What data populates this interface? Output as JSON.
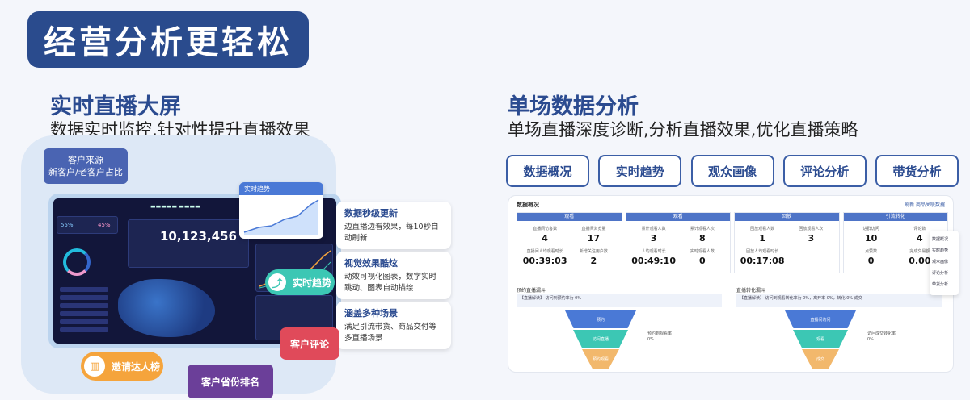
{
  "banner": "经营分析更轻松",
  "left": {
    "title": "实时直播大屏",
    "subtitle": "数据实时监控,针对性提升直播效果",
    "tag": "客户来源\n新客户/老客户占比",
    "tag_l1": "客户来源",
    "tag_l2": "新客户/老客户占比",
    "screen_big": "10,123,456",
    "screen_pct_1": "55%",
    "screen_pct_2": "45%",
    "trend_card_title": "实时趋势",
    "info": [
      {
        "title": "数据秒级更新",
        "desc": "边直播边看效果，每10秒自动刷新"
      },
      {
        "title": "视觉效果酷炫",
        "desc": "动效可视化图表，数字实时跳动、图表自动描绘"
      },
      {
        "title": "涵盖多种场景",
        "desc": "满足引流带货、商品交付等多直播场景"
      }
    ],
    "pill_trend": "实时趋势",
    "pill_comment": "客户评论",
    "pill_invite": "邀请达人榜",
    "pill_province": "客户省份排名"
  },
  "right": {
    "title": "单场数据分析",
    "subtitle": "单场直播深度诊断,分析直播效果,优化直播策略",
    "tabs": [
      "数据概况",
      "实时趋势",
      "观众画像",
      "评论分析",
      "带货分析"
    ],
    "panel_head": "数据概况",
    "panel_actions": "刷新    商品关联数据",
    "kpi_cols": [
      {
        "head": "观看",
        "items": [
          {
            "l": "直播间访客数",
            "v": "4"
          },
          {
            "l": "直播间浏览量",
            "v": "17"
          },
          {
            "l": "直播间人均观看时长",
            "v": "00:39:03"
          },
          {
            "l": "新增关注用户数",
            "v": "2"
          }
        ]
      },
      {
        "head": "观看",
        "items": [
          {
            "l": "累计观看人数",
            "v": "3"
          },
          {
            "l": "累计观看人次",
            "v": "8"
          },
          {
            "l": "人均观看时长",
            "v": "00:49:10"
          },
          {
            "l": "实时观看人数",
            "v": "0"
          }
        ]
      },
      {
        "head": "回放",
        "items": [
          {
            "l": "回放观看人数",
            "v": "1"
          },
          {
            "l": "回放观看人次",
            "v": "3"
          },
          {
            "l": "回放人均观看时长",
            "v": "00:17:08"
          },
          {
            "l": "",
            "v": ""
          }
        ]
      },
      {
        "head": "引流转化",
        "items": [
          {
            "l": "进群访问",
            "v": "10"
          },
          {
            "l": "评论数",
            "v": "4"
          },
          {
            "l": "点赞数",
            "v": "0"
          },
          {
            "l": "完成交易额",
            "v": "0.00"
          }
        ]
      }
    ],
    "funnel_left_label": "预约直播漏斗",
    "funnel_right_label": "直播转化漏斗",
    "funnel_left_note": "【直播解读】 访问到预约率为 0%",
    "funnel_right_note": "【直播解读】 访问到观看转化率为 0%，离开率 0%，转化 0% 成交",
    "funnel_left": [
      "预约",
      "访问直播",
      "预约观看"
    ],
    "funnel_right": [
      "直播间访问",
      "观看",
      "成交"
    ],
    "funnel_left_side": "预约到观看率\n0%",
    "funnel_right_side": "访问成交转化率\n0%",
    "side_menu": [
      "数据概况",
      "实时趋势",
      "观众画像",
      "评论分析",
      "带货分析"
    ]
  },
  "colors": {
    "brand": "#2a4b8d",
    "accent": "#4a79d6",
    "teal": "#3cc7b4",
    "red": "#e04a5a",
    "purple": "#6b3f99",
    "orange": "#f5a43c"
  }
}
